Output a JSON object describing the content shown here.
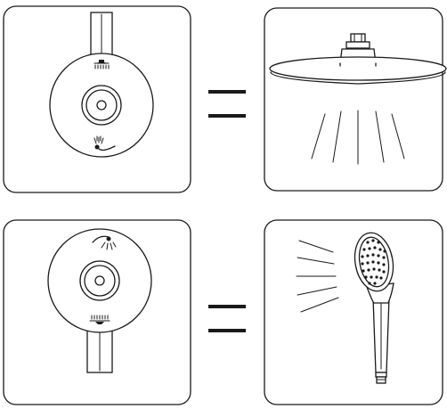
{
  "figure": {
    "rows": [
      {
        "diverter_setting": "rain-showerhead-symbol-selected",
        "equals_symbol": "=",
        "result_outlet": "overhead-rain-showerhead"
      },
      {
        "diverter_setting": "handheld-shower-symbol-selected",
        "equals_symbol": "=",
        "result_outlet": "handheld-shower"
      }
    ],
    "icons": {
      "rain_symbol": "rain-showerhead-icon",
      "hand_symbol": "hand-shower-icon",
      "equals": "equals-icon"
    },
    "colors": {
      "line": "#1a1a1a",
      "background": "#ffffff"
    }
  }
}
